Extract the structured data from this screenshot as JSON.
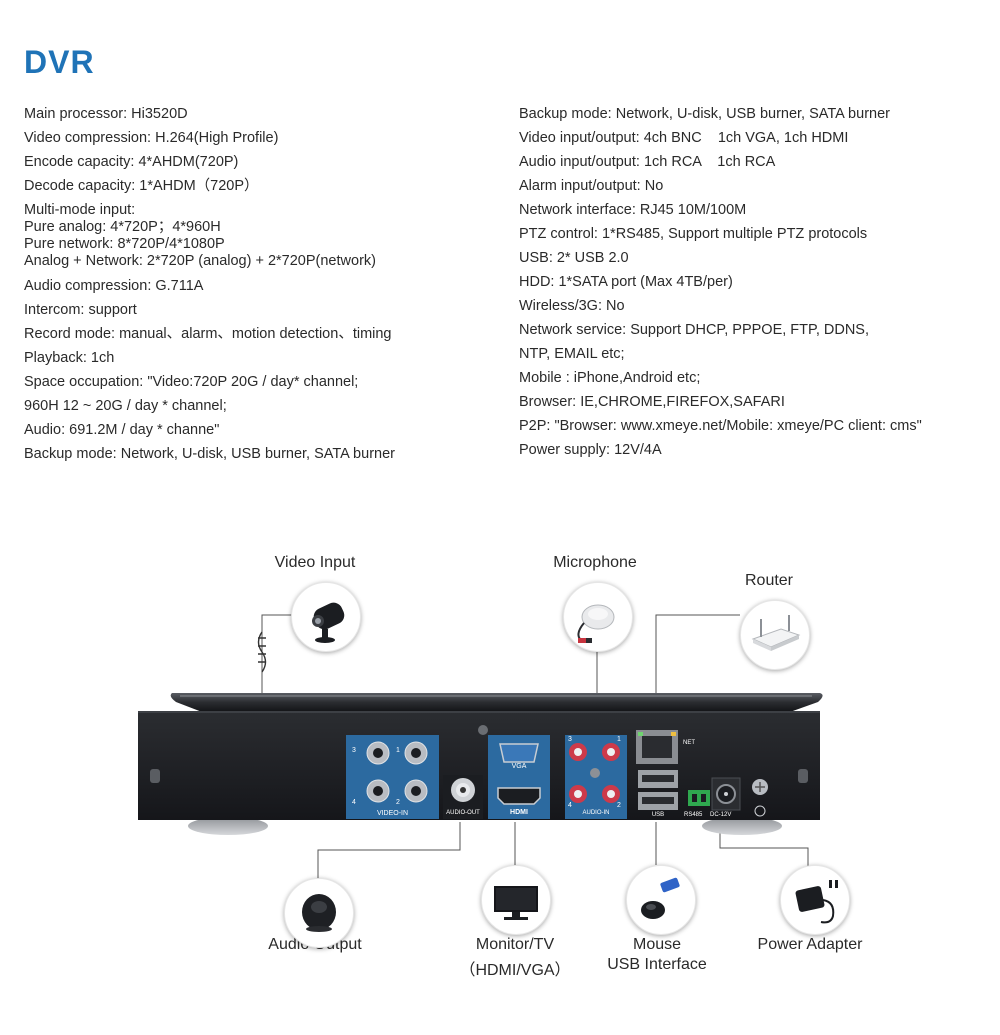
{
  "title": "DVR",
  "specs_left": [
    "Main processor: Hi3520D",
    "Video compression: H.264(High Profile)",
    "Encode capacity: 4*AHDM(720P)",
    "Decode capacity: 1*AHDM（720P）",
    "Audio compression: G.711A",
    "Intercom: support",
    "Record mode: manual、alarm、motion detection、timing",
    "Playback: 1ch",
    "Space occupation: \"Video:720P 20G / day* channel;",
    "960H 12 ~ 20G / day * channel;",
    "Audio: 691.2M / day * channe\"",
    "Backup mode: Network, U-disk, USB burner, SATA burner"
  ],
  "multimode": [
    "Multi-mode input:",
    "Pure analog: 4*720P；4*960H",
    "Pure network: 8*720P/4*1080P",
    "Analog + Network: 2*720P (analog) + 2*720P(network)"
  ],
  "specs_right": [
    "Backup mode: Network, U-disk, USB burner, SATA burner",
    "Video input/output: 4ch BNC    1ch VGA, 1ch HDMI",
    "Audio input/output: 1ch RCA    1ch RCA",
    "Alarm input/output: No",
    "Network interface: RJ45 10M/100M",
    "PTZ control: 1*RS485, Support multiple PTZ protocols",
    "USB: 2* USB 2.0",
    "HDD: 1*SATA port (Max 4TB/per)",
    "Wireless/3G: No",
    "Network service: Support DHCP, PPPOE, FTP, DDNS,",
    "NTP, EMAIL etc;",
    "Mobile : iPhone,Android etc;",
    "Browser: IE,CHROME,FIREFOX,SAFARI",
    "P2P: \"Browser: www.xmeye.net/Mobile: xmeye/PC client: cms\"",
    "Power supply: 12V/4A"
  ],
  "diagram": {
    "video_input": "Video Input",
    "microphone": "Microphone",
    "router": "Router",
    "audio_output": "Audio Output",
    "monitor_line1": "Monitor/TV",
    "monitor_line2": "（HDMI/VGA）",
    "mouse_line1": "Mouse",
    "mouse_line2": "USB Interface",
    "power_adapter": "Power Adapter"
  },
  "panel": {
    "video_in": "VIDEO-IN",
    "audio_out": "AUDIO-OUT",
    "hdmi": "HDMI",
    "vga": "VGA",
    "audio_in": "AUDIO-IN",
    "usb": "USB",
    "net": "NET",
    "rs485": "RS485",
    "dc": "DC-12V",
    "bnc_1": "1",
    "bnc_2": "2",
    "bnc_3": "3",
    "bnc_4": "4",
    "ain_1": "1",
    "ain_2": "2",
    "ain_3": "3",
    "ain_4": "4"
  },
  "colors": {
    "title": "#1f73b7",
    "panel_blue": "#2c6aa0",
    "body_dark": "#1b1d21"
  }
}
